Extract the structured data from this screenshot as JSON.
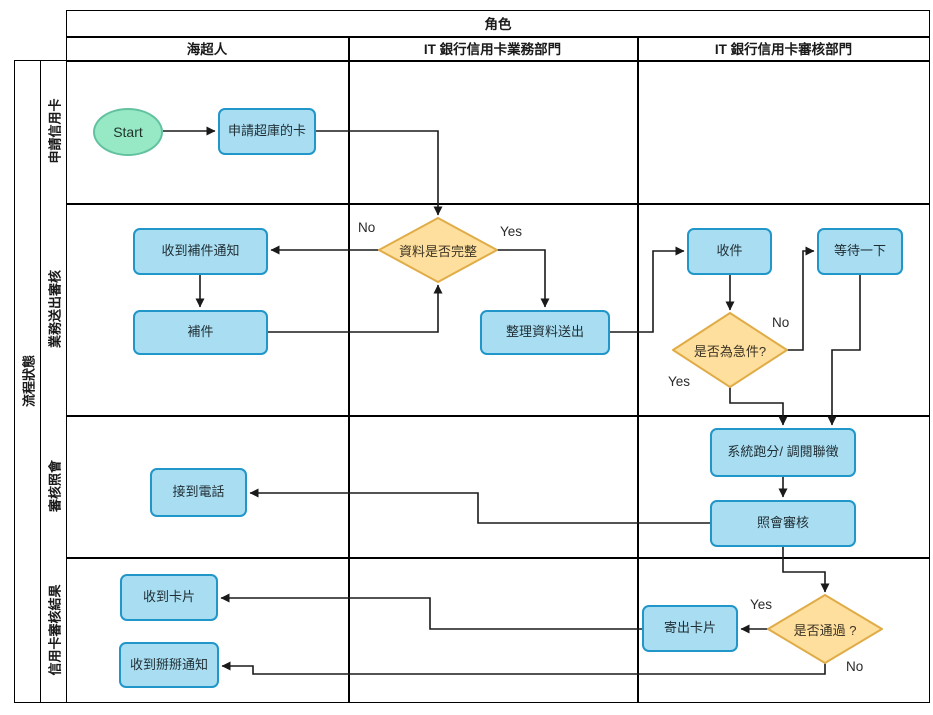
{
  "header": {
    "title": "角色"
  },
  "left_label": "流程狀態",
  "columns": [
    "海超人",
    "IT 銀行信用卡業務部門",
    "IT 銀行信用卡審核部門"
  ],
  "rows": [
    "申請信用卡",
    "業務送出審核",
    "審核照會",
    "信用卡審核結果"
  ],
  "nodes": {
    "start": {
      "label": "Start",
      "type": "start"
    },
    "apply_card": {
      "label": "申請超庫的卡",
      "type": "process"
    },
    "notice_supplement": {
      "label": "收到補件通知",
      "type": "process"
    },
    "supplement": {
      "label": "補件",
      "type": "process"
    },
    "data_complete": {
      "label": "資料是否完整",
      "type": "decision"
    },
    "organize_send": {
      "label": "整理資料送出",
      "type": "process"
    },
    "receive_doc": {
      "label": "收件",
      "type": "process"
    },
    "wait_a_bit": {
      "label": "等待一下",
      "type": "process"
    },
    "is_urgent": {
      "label": "是否為急件?",
      "type": "decision"
    },
    "system_score": {
      "label": "系統跑分/ 調閱聯徵",
      "type": "process"
    },
    "contact_review": {
      "label": "照會審核",
      "type": "process"
    },
    "get_call": {
      "label": "接到電話",
      "type": "process"
    },
    "is_passed": {
      "label": "是否通過 ?",
      "type": "decision"
    },
    "send_card": {
      "label": "寄出卡片",
      "type": "process"
    },
    "get_card": {
      "label": "收到卡片",
      "type": "process"
    },
    "get_bye": {
      "label": "收到掰掰通知",
      "type": "process"
    }
  },
  "labels": {
    "yes": "Yes",
    "no": "No"
  },
  "edges": [
    {
      "from": "start",
      "to": "apply_card",
      "label": ""
    },
    {
      "from": "apply_card",
      "to": "data_complete",
      "label": ""
    },
    {
      "from": "data_complete",
      "to": "notice_supplement",
      "label": "No"
    },
    {
      "from": "notice_supplement",
      "to": "supplement",
      "label": ""
    },
    {
      "from": "supplement",
      "to": "data_complete",
      "label": ""
    },
    {
      "from": "data_complete",
      "to": "organize_send",
      "label": "Yes"
    },
    {
      "from": "organize_send",
      "to": "receive_doc",
      "label": ""
    },
    {
      "from": "receive_doc",
      "to": "is_urgent",
      "label": ""
    },
    {
      "from": "is_urgent",
      "to": "wait_a_bit",
      "label": "No"
    },
    {
      "from": "is_urgent",
      "to": "system_score",
      "label": "Yes"
    },
    {
      "from": "wait_a_bit",
      "to": "system_score",
      "label": ""
    },
    {
      "from": "system_score",
      "to": "contact_review",
      "label": ""
    },
    {
      "from": "contact_review",
      "to": "get_call",
      "label": ""
    },
    {
      "from": "contact_review",
      "to": "is_passed",
      "label": ""
    },
    {
      "from": "is_passed",
      "to": "send_card",
      "label": "Yes"
    },
    {
      "from": "send_card",
      "to": "get_card",
      "label": ""
    },
    {
      "from": "is_passed",
      "to": "get_bye",
      "label": "No"
    }
  ],
  "colors": {
    "process_fill": "#A9DEF2",
    "process_stroke": "#2196C9",
    "start_fill": "#97E8C5",
    "start_stroke": "#62C2A0",
    "decision_fill": "#FFDF9D",
    "decision_stroke": "#E0AC47",
    "line": "#1a1a1a",
    "grid": "#000000"
  }
}
